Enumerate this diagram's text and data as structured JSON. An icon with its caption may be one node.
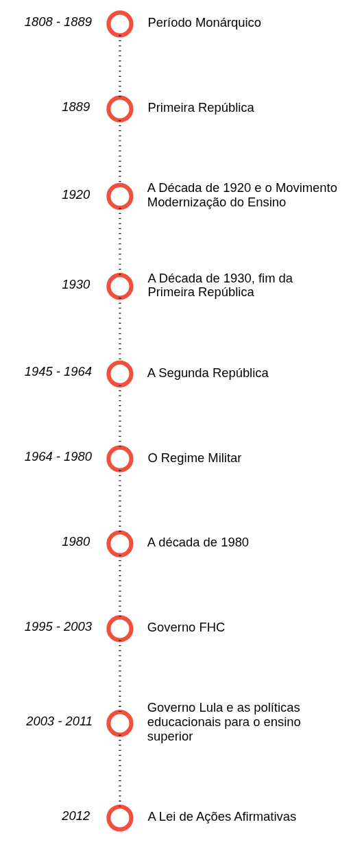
{
  "diagram": {
    "nodes": [
      {
        "text": [],
        "shape": "circle",
        "beside": [
          "1808 - 1889",
          "Período Monárquico"
        ]
      },
      {
        "text": [],
        "shape": "circle",
        "beside": [
          "1889",
          "Primeira República"
        ]
      },
      {
        "text": [],
        "shape": "circle",
        "beside": [
          "1920",
          "A Década de 1920 e o Movimento Modernização do Ensino"
        ]
      },
      {
        "text": [],
        "shape": "circle",
        "beside": [
          "1930",
          "A Década de 1930, fim da Primeira República"
        ]
      },
      {
        "text": [],
        "shape": "circle",
        "beside": [
          "1945 - 1964",
          "A Segunda República"
        ]
      },
      {
        "text": [],
        "shape": "circle",
        "beside": [
          "1964 - 1980",
          "O Regime Militar"
        ]
      },
      {
        "text": [],
        "shape": "circle",
        "beside": [
          "1980",
          "A década de 1980"
        ]
      },
      {
        "text": [],
        "shape": "circle",
        "beside": [
          "1995 - 2003",
          "Governo FHC"
        ]
      },
      {
        "text": [],
        "shape": "circle",
        "beside": [
          "2003 - 2011",
          "Governo Lula e as políticas educacionais para o ensino superior"
        ]
      },
      {
        "text": [],
        "shape": "circle",
        "beside": [
          "2012",
          "A Lei de Ações Afirmativas"
        ]
      }
    ],
    "edges": [
      {
        "from": 0,
        "to": 1,
        "arrow": "none",
        "style": "dashed"
      },
      {
        "from": 1,
        "to": 2,
        "arrow": "none",
        "style": "dashed"
      },
      {
        "from": 2,
        "to": 3,
        "arrow": "none",
        "style": "dashed"
      },
      {
        "from": 3,
        "to": 4,
        "arrow": "none",
        "style": "dashed"
      },
      {
        "from": 4,
        "to": 5,
        "arrow": "none",
        "style": "dashed"
      },
      {
        "from": 5,
        "to": 6,
        "arrow": "none",
        "style": "dashed"
      },
      {
        "from": 6,
        "to": 7,
        "arrow": "none",
        "style": "dashed"
      },
      {
        "from": 7,
        "to": 8,
        "arrow": "none",
        "style": "dashed"
      },
      {
        "from": 8,
        "to": 9,
        "arrow": "none",
        "style": "dashed"
      }
    ]
  }
}
